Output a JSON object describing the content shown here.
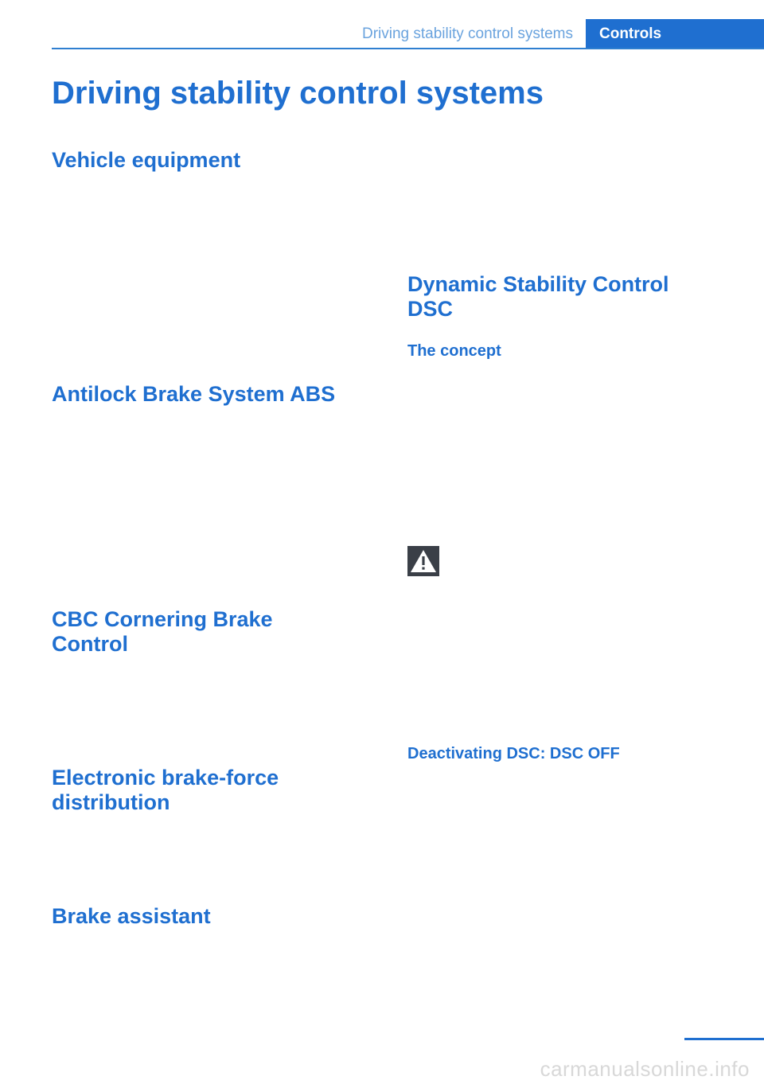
{
  "header": {
    "section_title": "Driving stability control systems",
    "chapter_tab": "Controls"
  },
  "page": {
    "title": "Driving stability control systems"
  },
  "left_column": {
    "vehicle_equipment": "Vehicle equipment",
    "abs": "Antilock Brake System ABS",
    "cbc_line1": "CBC Cornering Brake",
    "cbc_line2": "Control",
    "ebd_line1": "Electronic brake-force",
    "ebd_line2": "distribution",
    "brake_assistant": "Brake assistant"
  },
  "right_column": {
    "dsc_line1": "Dynamic Stability Control",
    "dsc_line2": "DSC",
    "the_concept": "The concept",
    "deactivating_dsc": "Deactivating DSC: DSC OFF"
  },
  "icons": {
    "warning": "warning-triangle-icon"
  },
  "colors": {
    "accent": "#1f6fd0",
    "header_text": "#6aa3de",
    "icon_bg": "#3a3f47"
  },
  "watermark": "carmanualsonline.info"
}
